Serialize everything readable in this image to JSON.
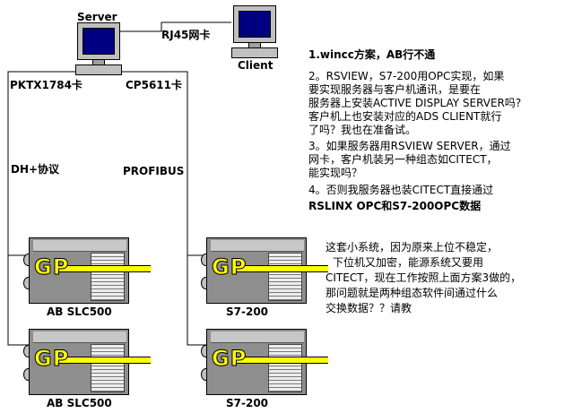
{
  "nodes": {
    "server": "Server",
    "client": "Client",
    "ab_top": "AB SLC500",
    "ab_bottom": "AB SLC500",
    "s7_top": "S7-200",
    "s7_bottom": "S7-200"
  },
  "links": {
    "rj45": "RJ45网卡",
    "pktx": "PKTX1784卡",
    "cp5611": "CP5611卡",
    "dh": "DH+协议",
    "profibus": "PROFIBUS"
  },
  "plc_logo": "GP",
  "notes": [
    "1.wincc方案，AB行不通",
    "2。RSVIEW，S7-200用OPC实现，如果",
    "要实现服务器与客户机通讯，是要在",
    "服务器上安装ACTIVE DISPLAY SERVER吗?",
    "客户机上也安装对应的ADS CLIENT就行",
    "了吗？我也在准备试。",
    "3。如果服务器用RSVIEW SERVER，通过",
    "网卡，客户机装另一种组态如CITECT，",
    "能实现吗？",
    "4。否则我服务器也装CITECT直接通过",
    "RSLINX OPC和S7-200OPC数据"
  ],
  "remark": [
    "这套小系统，因为原来上位不稳定，",
    "下位机又加密，能源系统又要用",
    "CITECT，现在工作按照上面方案3做的，",
    "那问题就是两种组态软件间通过什么",
    "交换数据？？请教"
  ]
}
